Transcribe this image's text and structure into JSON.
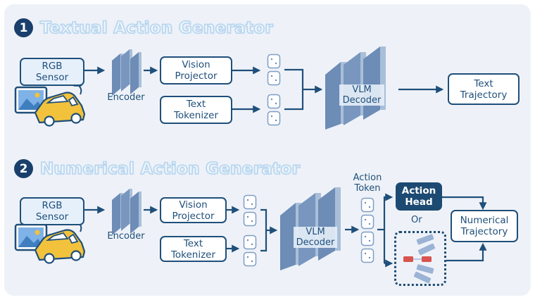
{
  "section1": {
    "number": "1",
    "title": "Textual Action Generator",
    "sensor_label": "RGB\nSensor",
    "encoder_label": "Encoder",
    "vision_projector_label": "Vision\nProjector",
    "text_tokenizer_label": "Text\nTokenizer",
    "vlm_label": "VLM\nDecoder",
    "output_label": "Text\nTrajectory"
  },
  "section2": {
    "number": "2",
    "title": "Numerical Action Generator",
    "sensor_label": "RGB\nSensor",
    "encoder_label": "Encoder",
    "vision_projector_label": "Vision\nProjector",
    "text_tokenizer_label": "Text\nTokenizer",
    "vlm_label": "VLM\nDecoder",
    "action_token_label": "Action\nToken",
    "action_head_label": "Action\nHead",
    "or_label": "Or",
    "output_label": "Numerical\nTrajectory"
  },
  "colors": {
    "navy": "#1f4f7a",
    "block_front": "#6d8cb6",
    "block_side": "#a9bfd9",
    "panel": "#eef2f8",
    "car": "#f2c23c"
  },
  "icons": [
    "car-icon",
    "image-icon",
    "plug-icon",
    "token-icon"
  ]
}
